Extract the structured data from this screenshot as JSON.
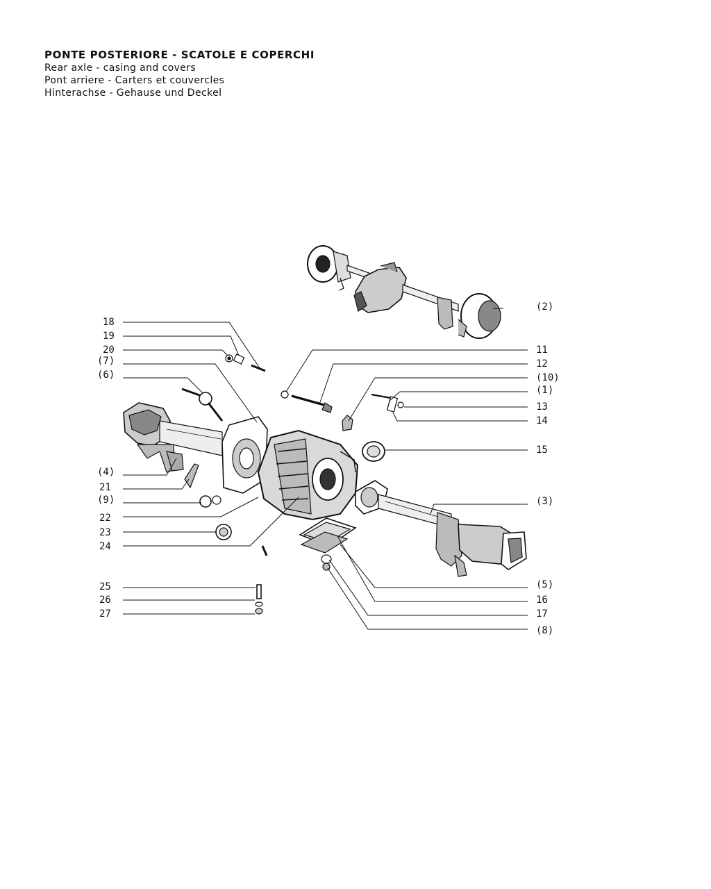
{
  "header": {
    "title_it": "PONTE POSTERIORE - SCATOLE E COPERCHI",
    "title_en": "Rear axle - casing and covers",
    "title_fr": "Pont arriere - Carters et couvercles",
    "title_de": "Hinterachse - Gehause und Deckel"
  },
  "callouts_left": [
    "18",
    "19",
    "20",
    "(7)",
    "(6)",
    "(4)",
    "21",
    "(9)",
    "22",
    "23",
    "24",
    "25",
    "26",
    "27"
  ],
  "callouts_right": [
    "(2)",
    "11",
    "12",
    "(10)",
    "(1)",
    "13",
    "14",
    "15",
    "(3)",
    "(5)",
    "16",
    "17",
    "(8)"
  ]
}
